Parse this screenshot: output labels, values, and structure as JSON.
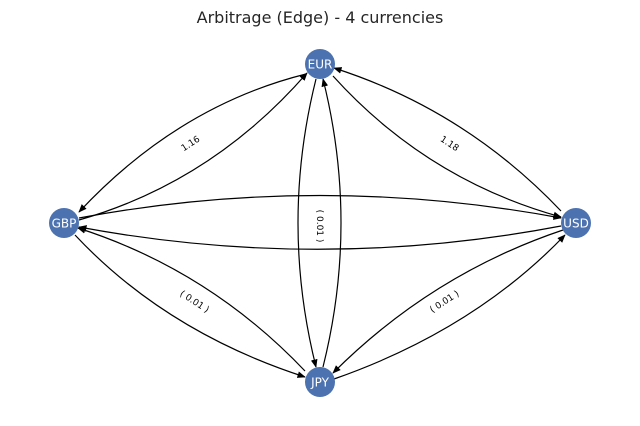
{
  "title": "Arbitrage (Edge) - 4 currencies",
  "colors": {
    "node_fill": "#4c72b0",
    "node_text": "#ffffff",
    "edge": "#000000",
    "title": "#262626"
  },
  "nodes": [
    {
      "id": "EUR",
      "label": "EUR"
    },
    {
      "id": "GBP",
      "label": "GBP"
    },
    {
      "id": "USD",
      "label": "USD"
    },
    {
      "id": "JPY",
      "label": "JPY"
    }
  ],
  "edges": [
    {
      "from": "EUR",
      "to": "GBP"
    },
    {
      "from": "GBP",
      "to": "EUR"
    },
    {
      "from": "EUR",
      "to": "USD"
    },
    {
      "from": "USD",
      "to": "EUR"
    },
    {
      "from": "GBP",
      "to": "USD"
    },
    {
      "from": "USD",
      "to": "GBP"
    },
    {
      "from": "EUR",
      "to": "JPY"
    },
    {
      "from": "JPY",
      "to": "EUR"
    },
    {
      "from": "GBP",
      "to": "JPY"
    },
    {
      "from": "JPY",
      "to": "GBP"
    },
    {
      "from": "USD",
      "to": "JPY"
    },
    {
      "from": "JPY",
      "to": "USD"
    }
  ],
  "edge_labels": {
    "eur_gbp": "1.16",
    "eur_usd": "1.18",
    "eur_jpy": "( 0.01 )",
    "gbp_jpy": "( 0.01 )",
    "usd_jpy": "( 0.01 )"
  }
}
